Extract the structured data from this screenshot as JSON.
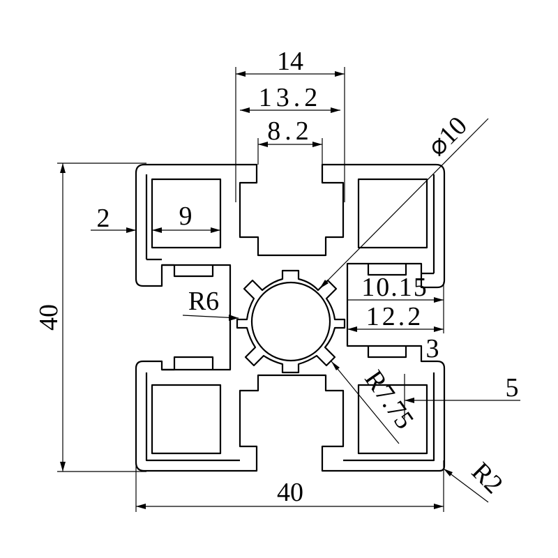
{
  "diagram": {
    "labels": {
      "slot_outer": "14",
      "slot_mid": "13.2",
      "slot_inner": "8.2",
      "center_hole": "⌀10",
      "wall": "2",
      "pocket": "9",
      "height": "40",
      "center_radius": "R6",
      "dim_10_15": "10.15",
      "dim_12_2": "12.2",
      "dim_3": "3",
      "dim_5": "5",
      "hub_radius": "R7.75",
      "corner_radius": "R2",
      "width": "40"
    },
    "colors": {
      "ink": "#000000",
      "paper": "#ffffff"
    }
  }
}
